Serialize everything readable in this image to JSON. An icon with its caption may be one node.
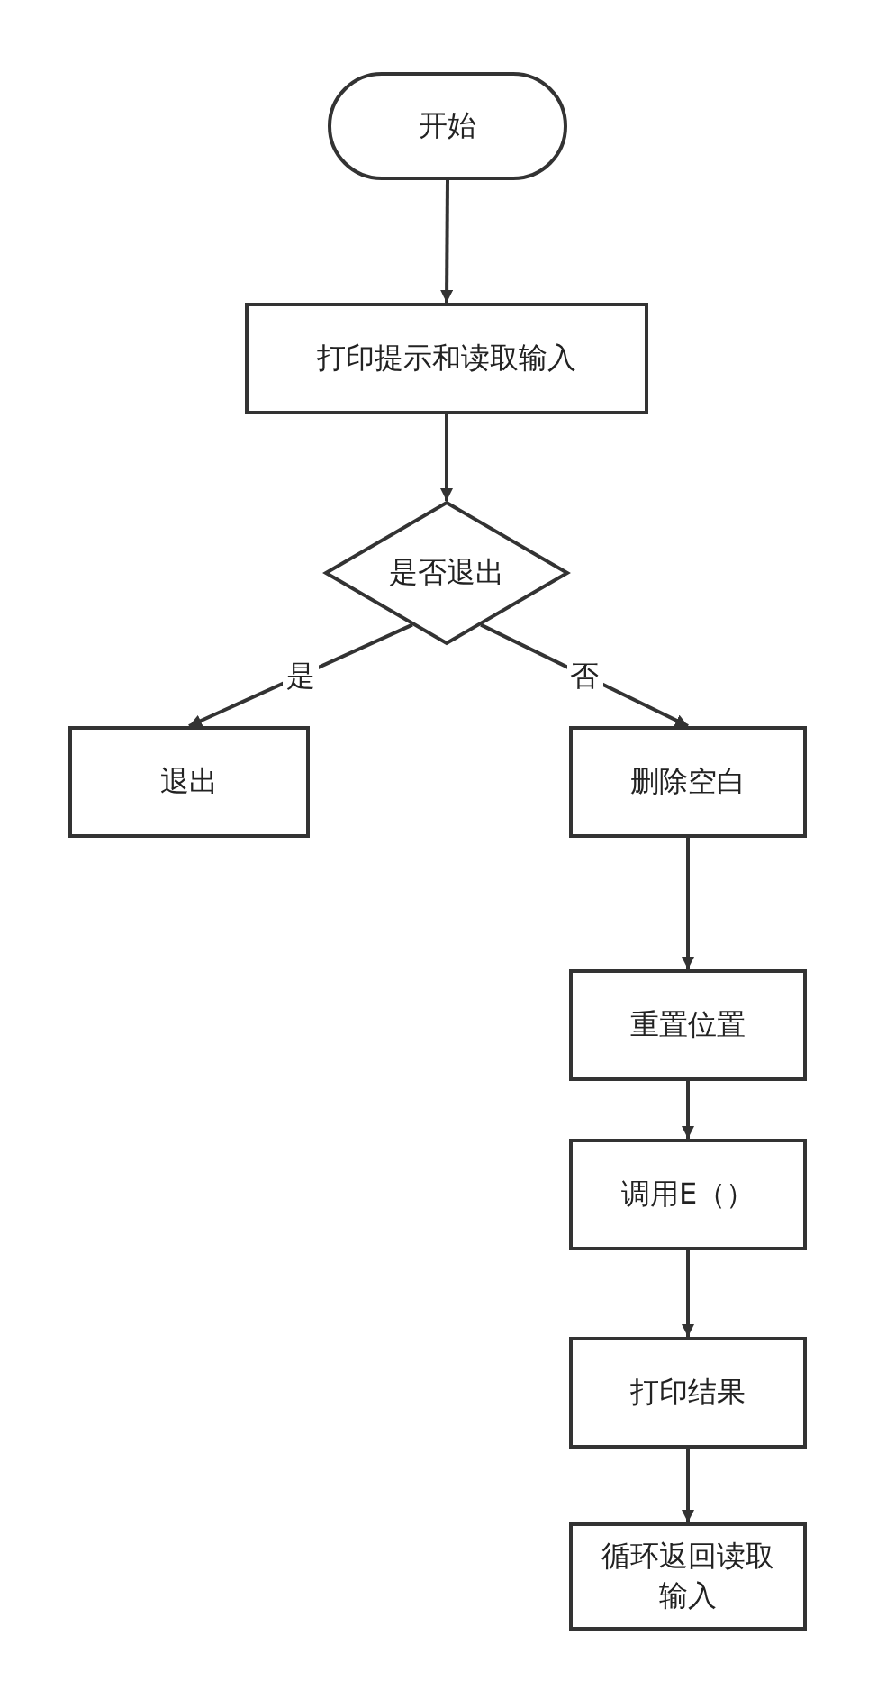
{
  "diagram": {
    "nodes": [
      {
        "text": [
          "开始"
        ]
      },
      {
        "text": [
          "打印提示和读取输入"
        ]
      },
      {
        "text": [
          "是否退出"
        ]
      },
      {
        "text": [
          "退出"
        ]
      },
      {
        "text": [
          "删除空白"
        ]
      },
      {
        "text": [
          "重置位置"
        ]
      },
      {
        "text": [
          "调用E（）"
        ]
      },
      {
        "text": [
          "打印结果"
        ]
      },
      {
        "text": [
          "循环返回读取输入"
        ]
      }
    ],
    "edges": [
      {
        "from": 0,
        "to": 1,
        "arrow": "to"
      },
      {
        "from": 1,
        "to": 2,
        "arrow": "to"
      },
      {
        "from": 2,
        "to": 3,
        "arrow": "to",
        "label": "是"
      },
      {
        "from": 2,
        "to": 4,
        "arrow": "to",
        "label": "否"
      },
      {
        "from": 4,
        "to": 5,
        "arrow": "to"
      },
      {
        "from": 5,
        "to": 6,
        "arrow": "to"
      },
      {
        "from": 6,
        "to": 7,
        "arrow": "to"
      },
      {
        "from": 7,
        "to": 8,
        "arrow": "to"
      }
    ]
  }
}
